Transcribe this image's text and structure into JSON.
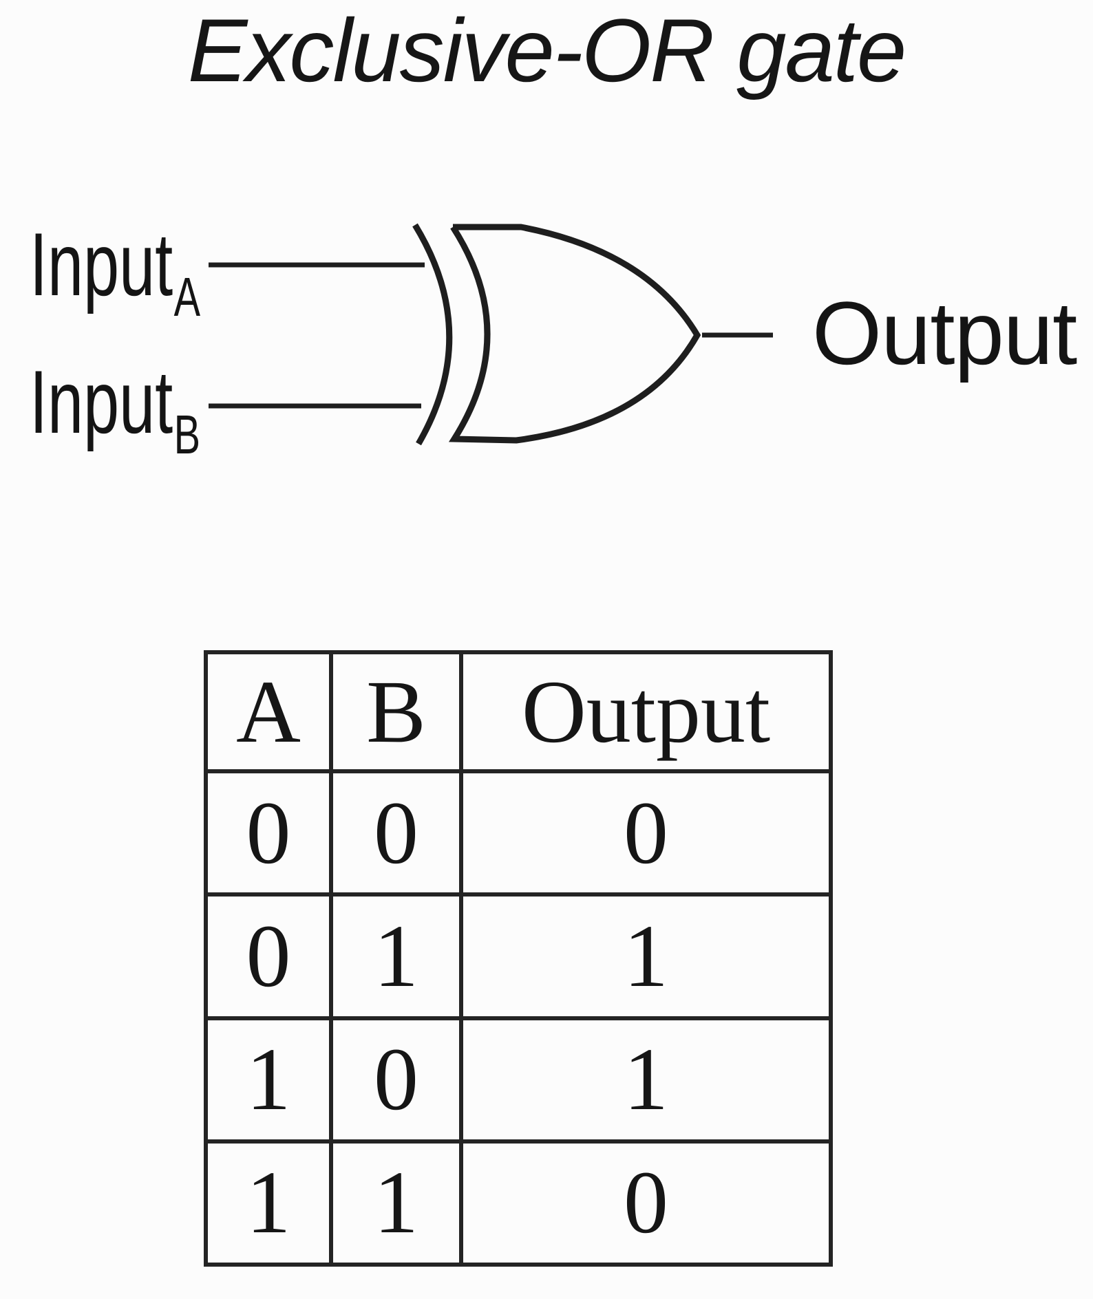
{
  "title": "Exclusive-OR gate",
  "gate": {
    "input_a": {
      "label": "Input",
      "subscript": "A"
    },
    "input_b": {
      "label": "Input",
      "subscript": "B"
    },
    "output": {
      "label": "Output"
    }
  },
  "truth_table": {
    "headers": [
      "A",
      "B",
      "Output"
    ],
    "rows": [
      [
        "0",
        "0",
        "0"
      ],
      [
        "0",
        "1",
        "1"
      ],
      [
        "1",
        "0",
        "1"
      ],
      [
        "1",
        "1",
        "0"
      ]
    ]
  },
  "colors": {
    "ink": "#1b1b1b",
    "line": "#242424",
    "background": "#fcfcfc"
  }
}
